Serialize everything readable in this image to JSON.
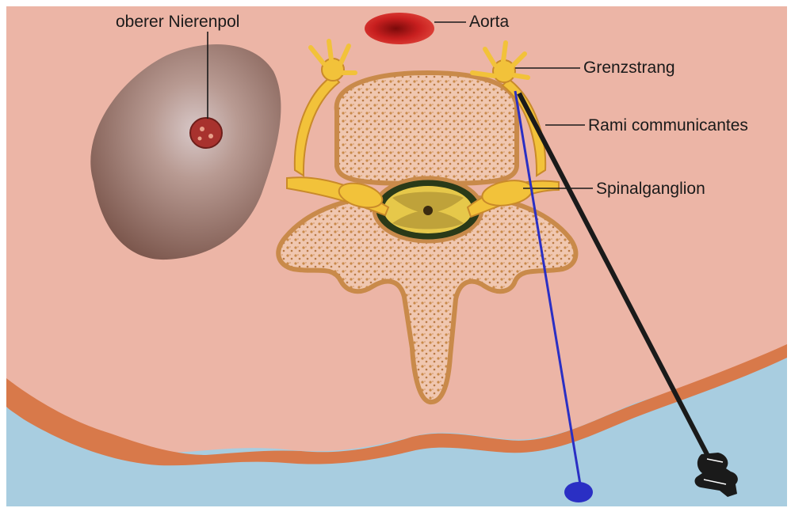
{
  "labels": {
    "kidney_pole": "oberer Nierenpol",
    "aorta": "Aorta",
    "sympathetic_trunk": "Grenzstrang",
    "rami": "Rami communicantes",
    "spinal_ganglion": "Spinalganglion"
  },
  "colors": {
    "skin": "#ecb5a6",
    "skin_edge": "#d8794a",
    "background_blue": "#a8cde0",
    "kidney": "#8f6a60",
    "aorta": "#c81f1f",
    "nerve": "#f2c23a",
    "bone_fill": "#f0c7b0",
    "bone_outline": "#c98a4a",
    "needle_blue": "#2a2fc4",
    "needle_black": "#1a1a1a"
  }
}
